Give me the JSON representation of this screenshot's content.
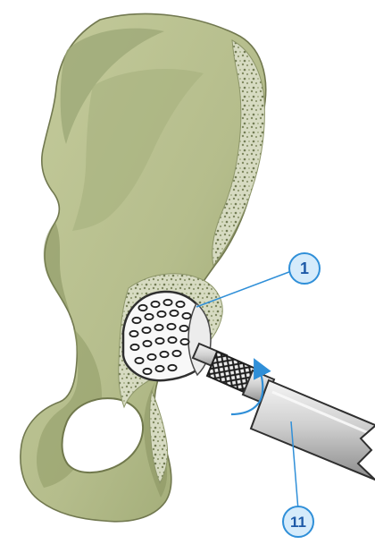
{
  "colors": {
    "bone_fill": "#b7bf92",
    "bone_shadow": "#8f9a69",
    "bone_outline": "#6d744e",
    "cancellous": "#d8dcc4",
    "implant_fill": "#f7f7f7",
    "implant_outline": "#3b3b3b",
    "instrument_metal": "#d4d4d4",
    "knurl_dark": "#222222",
    "callout_fill": "#d5ebfb",
    "callout_stroke": "#2f8fd8",
    "callout_text": "#1e5aa8",
    "arrow_color": "#2f8fd8"
  },
  "illustration": {
    "subject": "pelvis-bone",
    "implant": "acetabular-cup",
    "instrument": "cup-impactor",
    "motion": "rotation-arrow"
  },
  "callouts": [
    {
      "label": "1",
      "target": "acetabular-cup"
    },
    {
      "label": "11",
      "target": "impactor-shaft"
    }
  ]
}
